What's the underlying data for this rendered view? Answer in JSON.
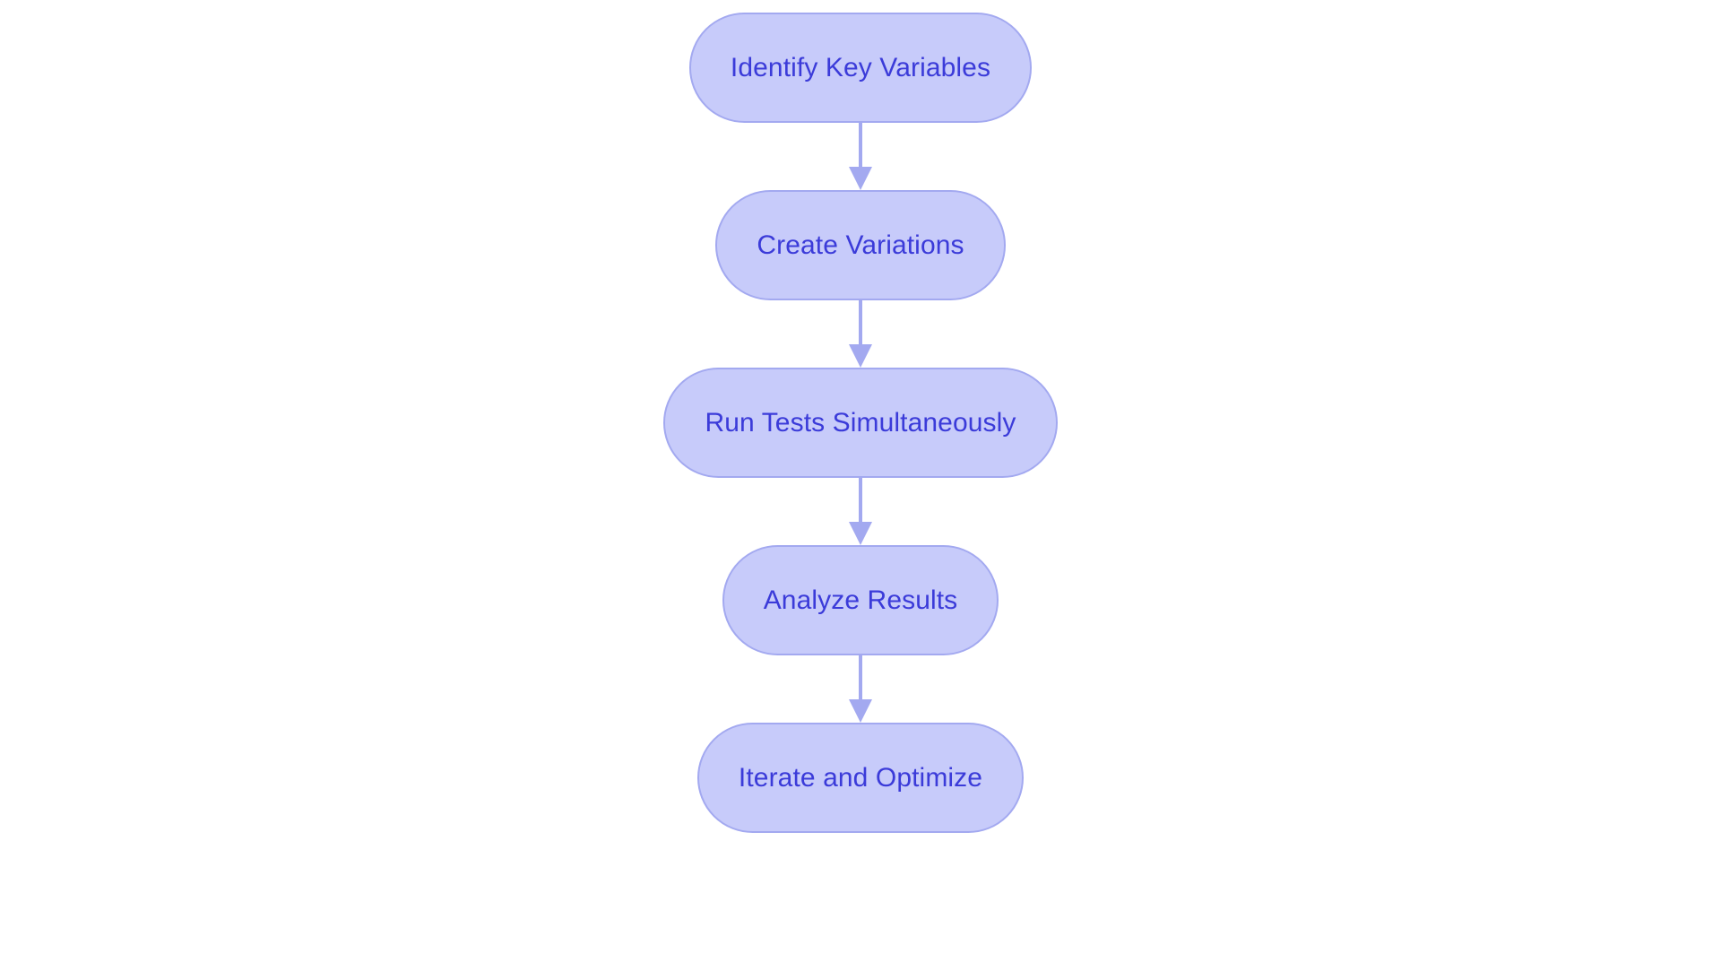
{
  "diagram": {
    "type": "flowchart",
    "orientation": "vertical-top-to-bottom",
    "background_color": "#ffffff",
    "node_fill_color": "#c7cbfa",
    "node_border_color": "#a3a9f0",
    "node_text_color": "#3b3bd9",
    "connector_color": "#a3a9f0",
    "node_shape": "pill",
    "nodes": [
      {
        "id": "identify-key-variables",
        "label": "Identify Key Variables",
        "order": 1
      },
      {
        "id": "create-variations",
        "label": "Create Variations",
        "order": 2
      },
      {
        "id": "run-tests-simultaneously",
        "label": "Run Tests Simultaneously",
        "order": 3
      },
      {
        "id": "analyze-results",
        "label": "Analyze Results",
        "order": 4
      },
      {
        "id": "iterate-and-optimize",
        "label": "Iterate and Optimize",
        "order": 5
      }
    ],
    "connectors": [
      {
        "id": "edge-1",
        "from": "identify-key-variables",
        "to": "create-variations",
        "arrow": "down-arrow"
      },
      {
        "id": "edge-2",
        "from": "create-variations",
        "to": "run-tests-simultaneously",
        "arrow": "down-arrow"
      },
      {
        "id": "edge-3",
        "from": "run-tests-simultaneously",
        "to": "analyze-results",
        "arrow": "down-arrow"
      },
      {
        "id": "edge-4",
        "from": "analyze-results",
        "to": "iterate-and-optimize",
        "arrow": "down-arrow"
      }
    ]
  }
}
